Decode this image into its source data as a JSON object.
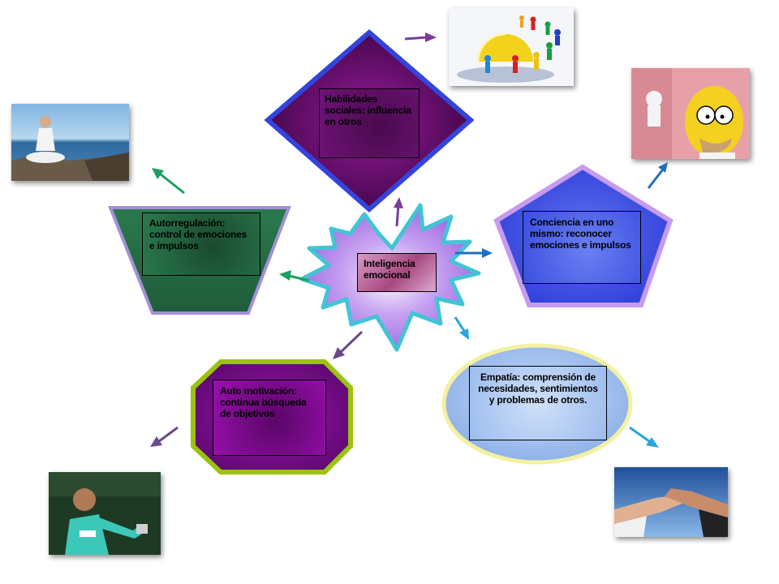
{
  "diagram": {
    "center": {
      "label": "Inteligencia emocional"
    },
    "nodes": [
      {
        "id": "habilidades",
        "label": "Habilidades sociales: influencia en otros",
        "shape": "diamond",
        "fill": "#5a0a5c",
        "border": "#3344dd"
      },
      {
        "id": "conciencia",
        "label": "Conciencia en uno mismo: reconocer emociones e impulsos",
        "shape": "pentagon",
        "fill": "#3d4fe0",
        "border": "#c69bf0"
      },
      {
        "id": "empatia",
        "label": "Empatía: comprensión de necesidades, sentimientos y problemas de otros.",
        "shape": "ellipse",
        "fill": "#a9c4f0",
        "border": "#f3f0a0"
      },
      {
        "id": "automotivacion",
        "label": "Auto motivación: continua búsqueda de objetivos",
        "shape": "octagon",
        "fill": "#7a0a8c",
        "border": "#9ac30e"
      },
      {
        "id": "autorregulacion",
        "label": "Autorregulación: control de emociones e impulsos",
        "shape": "trapezoid",
        "fill": "#256b45",
        "border": "#a58fd6"
      }
    ],
    "photos": [
      {
        "id": "teamwork",
        "icon": "teamwork-figures-icon"
      },
      {
        "id": "cartoon",
        "icon": "cartoon-character-icon"
      },
      {
        "id": "handshake",
        "icon": "handshake-icon"
      },
      {
        "id": "goalkeeper",
        "icon": "celebrating-player-icon"
      },
      {
        "id": "meditation",
        "icon": "meditation-icon"
      }
    ]
  }
}
